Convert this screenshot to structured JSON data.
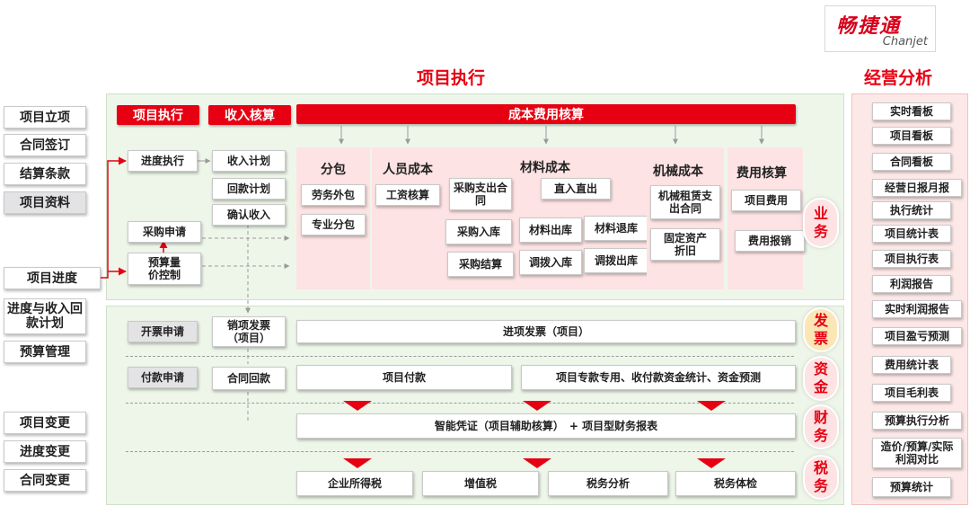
{
  "logo": {
    "cn": "畅捷通",
    "en": "Chanjet"
  },
  "headings": {
    "main": "项目执行",
    "right": "经营分析"
  },
  "left_items": [
    "项目立项",
    "合同签订",
    "结算条款",
    "项目资料",
    "项目进度",
    "进度与收入回款计划",
    "预算管理",
    "项目变更",
    "进度变更",
    "合同变更"
  ],
  "headers": {
    "exec": "项目执行",
    "income": "收入核算",
    "cost": "成本费用核算"
  },
  "exec_col": {
    "progress": "进度执行",
    "purchase": "采购申请",
    "budget": "预算量价控制"
  },
  "income_col": [
    "收入计划",
    "回款计划",
    "确认收入"
  ],
  "subcontract": {
    "title": "分包",
    "items": [
      "劳务外包",
      "专业分包"
    ]
  },
  "personnel": {
    "title": "人员成本",
    "items": [
      "工资核算"
    ]
  },
  "material": {
    "title": "材料成本",
    "items": [
      "采购支出合同",
      "直入直出",
      "采购入库",
      "材料出库",
      "材料退库",
      "采购结算",
      "调拨入库",
      "调拨出库"
    ]
  },
  "machine": {
    "title": "机械成本",
    "items": [
      "机械租赁支出合同",
      "固定资产折旧"
    ]
  },
  "expense": {
    "title": "费用核算",
    "items": [
      "项目费用",
      "费用报销"
    ]
  },
  "badges": {
    "biz": "业务",
    "invoice": "发票",
    "fund": "资金",
    "finance": "财务",
    "tax": "税务"
  },
  "invoice_row": {
    "apply": "开票申请",
    "sales_invoice": "销项发票（项目）",
    "input_invoice": "进项发票（项目）"
  },
  "fund_row": {
    "apply": "付款申请",
    "contract_return": "合同回款",
    "project_pay": "项目付款",
    "stats": "项目专款专用、收付款资金统计、资金预测"
  },
  "finance_row": {
    "voucher": "智能凭证（项目辅助核算）　+ 项目型财务报表"
  },
  "tax_row": [
    "企业所得税",
    "增值税",
    "税务分析",
    "税务体检"
  ],
  "right_items": [
    "实时看板",
    "项目看板",
    "合同看板",
    "经营日报月报",
    "执行统计",
    "项目统计表",
    "项目执行表",
    "利润报告",
    "实时利润报告",
    "项目盈亏预测",
    "费用统计表",
    "项目毛利表",
    "预算执行分析",
    "造价/预算/实际利润对比",
    "预算统计"
  ]
}
